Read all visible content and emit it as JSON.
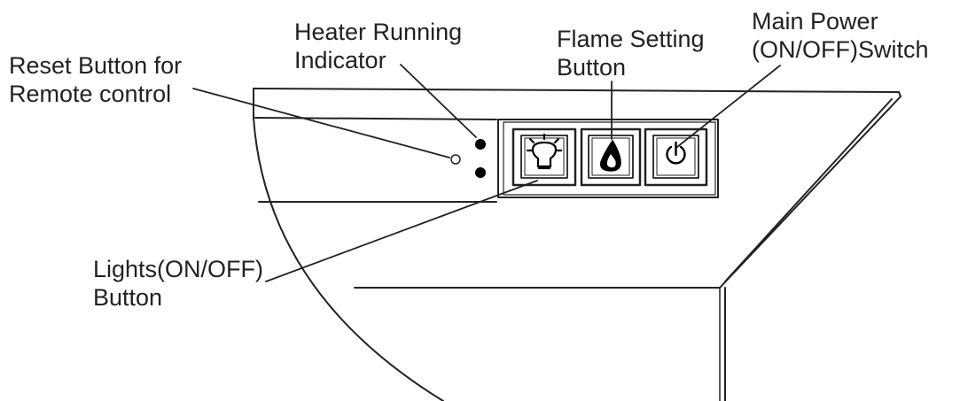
{
  "diagram": {
    "callouts": {
      "reset": {
        "lines": [
          "Reset Button for",
          "Remote control"
        ]
      },
      "heater": {
        "lines": [
          "Heater Running",
          "Indicator"
        ]
      },
      "flame": {
        "lines": [
          "Flame Setting",
          "Button"
        ]
      },
      "power": {
        "lines": [
          "Main Power",
          "(ON/OFF)Switch"
        ]
      },
      "lights": {
        "lines": [
          "Lights(ON/OFF)",
          "Button"
        ]
      }
    },
    "buttons": {
      "lights_icon": "light-bulb-icon",
      "flame_icon": "flame-icon",
      "power_icon": "power-icon"
    },
    "colors": {
      "line": "#222222",
      "indicator": "#000000",
      "background": "#ffffff"
    }
  }
}
